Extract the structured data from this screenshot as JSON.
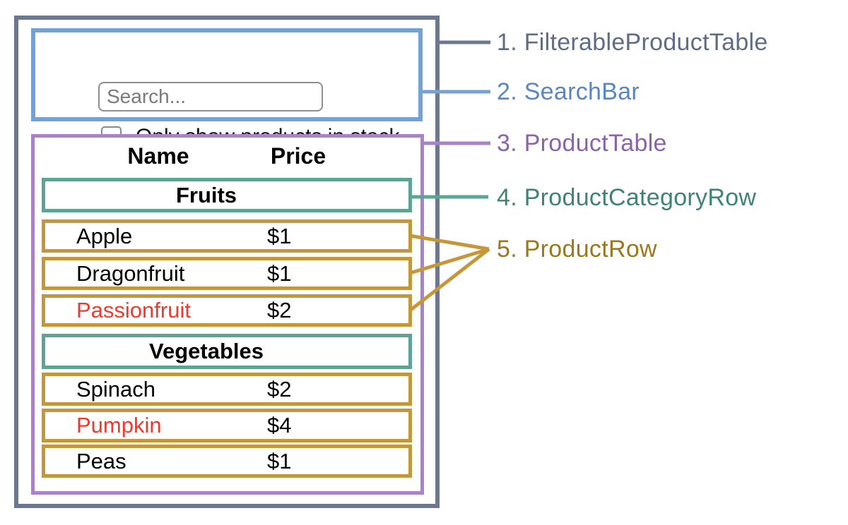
{
  "legend": [
    {
      "label": "1. FilterableProductTable"
    },
    {
      "label": "2. SearchBar"
    },
    {
      "label": "3. ProductTable"
    },
    {
      "label": "4. ProductCategoryRow"
    },
    {
      "label": "5. ProductRow"
    }
  ],
  "search": {
    "placeholder": "Search...",
    "checkbox_label": "Only show products in stock",
    "checkbox_checked": false
  },
  "table": {
    "headers": [
      "Name",
      "Price"
    ],
    "sections": [
      {
        "category": "Fruits",
        "rows": [
          {
            "name": "Apple",
            "price": "$1",
            "in_stock": true
          },
          {
            "name": "Dragonfruit",
            "price": "$1",
            "in_stock": true
          },
          {
            "name": "Passionfruit",
            "price": "$2",
            "in_stock": false
          }
        ]
      },
      {
        "category": "Vegetables",
        "rows": [
          {
            "name": "Spinach",
            "price": "$2",
            "in_stock": true
          },
          {
            "name": "Pumpkin",
            "price": "$4",
            "in_stock": false
          },
          {
            "name": "Peas",
            "price": "$1",
            "in_stock": true
          }
        ]
      }
    ]
  },
  "colors": {
    "frame_border": "#6b7890",
    "frame_label": "#5f6c86",
    "search_border": "#74a2d5",
    "search_label": "#5986bf",
    "table_border": "#a982c8",
    "table_label": "#8a63a8",
    "category_border": "#5ea494",
    "category_label": "#3f8376",
    "row_border": "#c6973a",
    "row_label": "#99791f",
    "out_of_stock": "#ef392d"
  }
}
